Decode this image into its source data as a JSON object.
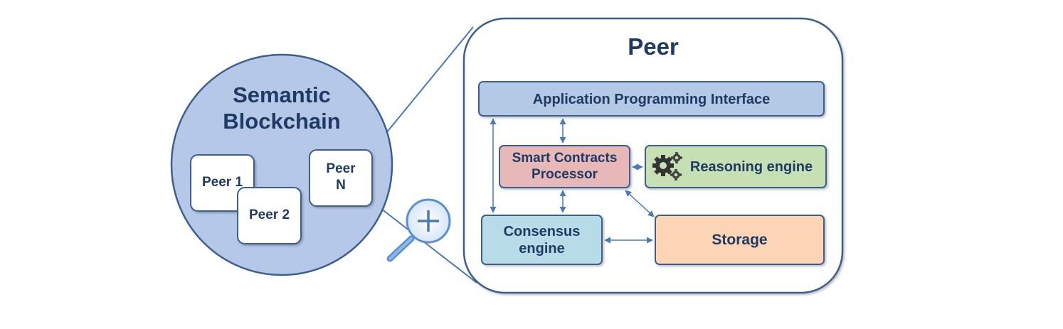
{
  "blockchain": {
    "title": "Semantic\nBlockchain",
    "peers": [
      "Peer 1",
      "Peer 2",
      "Peer\nN"
    ]
  },
  "peer_detail": {
    "title": "Peer",
    "components": {
      "api": "Application Programming Interface",
      "smart_contracts": "Smart Contracts\nProcessor",
      "reasoning": "Reasoning engine",
      "consensus": "Consensus\nengine",
      "storage": "Storage"
    }
  },
  "colors": {
    "outline": "#3d5f8f",
    "circle_fill": "#b6c8e8",
    "api_fill": "#b4c9e6",
    "smart_contracts_fill": "#e8b8b8",
    "reasoning_fill": "#c6e0b4",
    "consensus_fill": "#b7dce8",
    "storage_fill": "#fbd5b5",
    "connector": "#4a78b8"
  },
  "icons": [
    "gears-icon",
    "magnifier-zoom-icon"
  ]
}
